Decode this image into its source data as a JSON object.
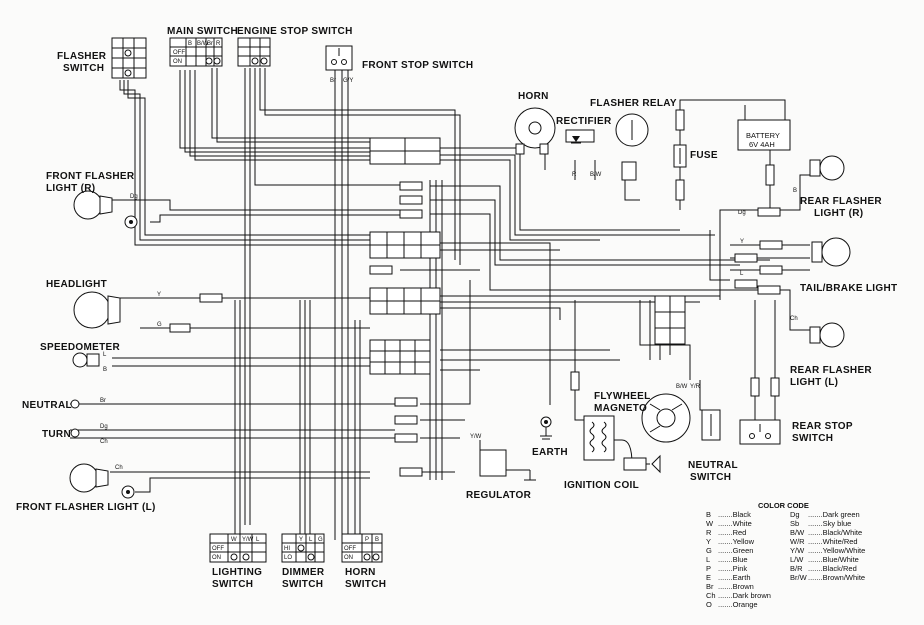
{
  "labels": {
    "flasher_switch": [
      "FLASHER",
      "SWITCH"
    ],
    "main_switch": "MAIN SWITCH",
    "engine_stop_switch": "ENGINE STOP SWITCH",
    "front_stop_switch": "FRONT STOP SWITCH",
    "horn": "HORN",
    "flasher_relay": "FLASHER RELAY",
    "rectifier": "RECTIFIER",
    "fuse": "FUSE",
    "battery": [
      "BATTERY",
      "6V 4AH"
    ],
    "front_flasher_light_r": [
      "FRONT FLASHER",
      "LIGHT (R)"
    ],
    "rear_flasher_light_r": [
      "REAR FLASHER",
      "LIGHT (R)"
    ],
    "headlight": "HEADLIGHT",
    "tail_brake_light": "TAIL/BRAKE LIGHT",
    "speedometer": "SPEEDOMETER",
    "rear_flasher_light_l": [
      "REAR FLASHER",
      "LIGHT (L)"
    ],
    "flywheel_magneto": [
      "FLYWHEEL",
      "MAGNETO"
    ],
    "neutral": "NEUTRAL",
    "turn": "TURN",
    "earth": "EARTH",
    "rear_stop_switch": [
      "REAR STOP",
      "SWITCH"
    ],
    "regulator": "REGULATOR",
    "ignition_coil": "IGNITION COIL",
    "neutral_switch": [
      "NEUTRAL",
      "SWITCH"
    ],
    "front_flasher_light_l": "FRONT FLASHER LIGHT (L)",
    "lighting_switch": [
      "LIGHTING",
      "SWITCH"
    ],
    "dimmer_switch": [
      "DIMMER",
      "SWITCH"
    ],
    "horn_switch": [
      "HORN",
      "SWITCH"
    ]
  },
  "switch_tables": {
    "main": {
      "cols": [
        "B",
        "B/W",
        "Br",
        "R"
      ],
      "rows": [
        "OFF",
        "ON"
      ]
    },
    "lighting": {
      "cols": [
        "W",
        "Y/W",
        "L"
      ],
      "rows": [
        "OFF",
        "ON"
      ]
    },
    "dimmer": {
      "cols": [
        "Y",
        "L",
        "G"
      ],
      "rows": [
        "HI",
        "LO"
      ]
    },
    "horn": {
      "cols": [
        "P",
        "B"
      ],
      "rows": [
        "OFF",
        "ON"
      ]
    }
  },
  "color_code": {
    "title": "COLOR CODE",
    "left": [
      [
        "B",
        "Black"
      ],
      [
        "W",
        "White"
      ],
      [
        "R",
        "Red"
      ],
      [
        "Y",
        "Yellow"
      ],
      [
        "G",
        "Green"
      ],
      [
        "L",
        "Blue"
      ],
      [
        "P",
        "Pink"
      ],
      [
        "E",
        "Earth"
      ],
      [
        "Br",
        "Brown"
      ],
      [
        "Ch",
        "Dark brown"
      ],
      [
        "O",
        "Orange"
      ]
    ],
    "right": [
      [
        "Dg",
        "Dark green"
      ],
      [
        "Sb",
        "Sky blue"
      ],
      [
        "B/W",
        "Black/White"
      ],
      [
        "W/R",
        "White/Red"
      ],
      [
        "Y/W",
        "Yellow/White"
      ],
      [
        "L/W",
        "Blue/White"
      ],
      [
        "B/R",
        "Black/Red"
      ],
      [
        "Br/W",
        "Brown/White"
      ]
    ]
  },
  "wire_tags": {
    "headlight_y": "Y",
    "headlight_g": "G",
    "speedo_l": "L",
    "speedo_b": "B",
    "neutral_br": "Br",
    "turn_dg": "Dg",
    "turn_ch": "Ch",
    "ff_r_dg": "Dg",
    "ff_l_ch": "Ch",
    "regulator_yw": "Y/W",
    "rr_dg": "Dg",
    "rr_b": "B",
    "tail_y": "Y",
    "tail_l": "L",
    "rl_ch": "Ch",
    "mag_bw": "B/W",
    "mag_yr": "Y/R",
    "rect_r": "R",
    "rect_bw": "B/W",
    "fss_br": "Br",
    "fss_gy": "G/Y"
  }
}
